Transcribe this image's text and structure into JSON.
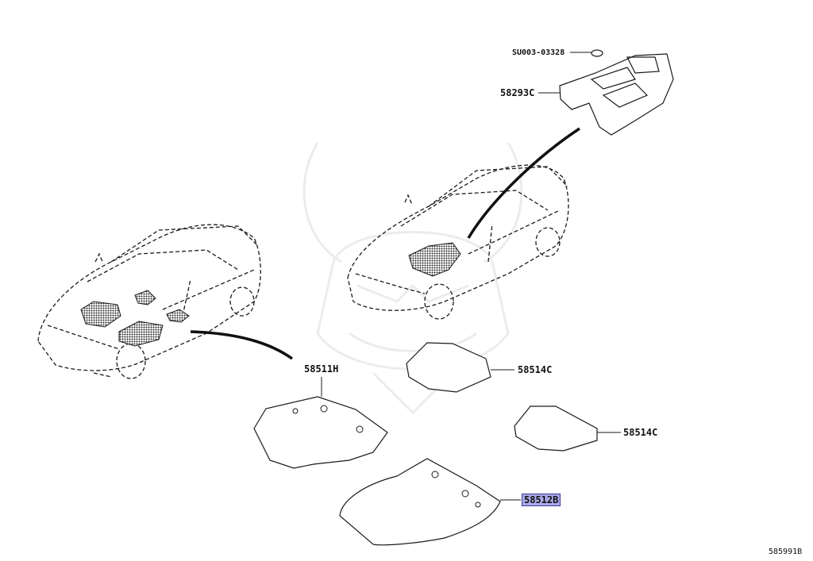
{
  "parts": [
    {
      "id": "p1",
      "number": "SU003-03328"
    },
    {
      "id": "p2",
      "number": "58293C"
    },
    {
      "id": "p3",
      "number": "58511H"
    },
    {
      "id": "p4",
      "number": "58514C"
    },
    {
      "id": "p5",
      "number": "58514C"
    },
    {
      "id": "p6",
      "number": "58512B",
      "highlighted": true
    }
  ],
  "diagram_code": "585991B",
  "colors": {
    "highlight": "#a9a9e8",
    "line": "#1a1a1a",
    "watermark": "#eeeeee"
  }
}
